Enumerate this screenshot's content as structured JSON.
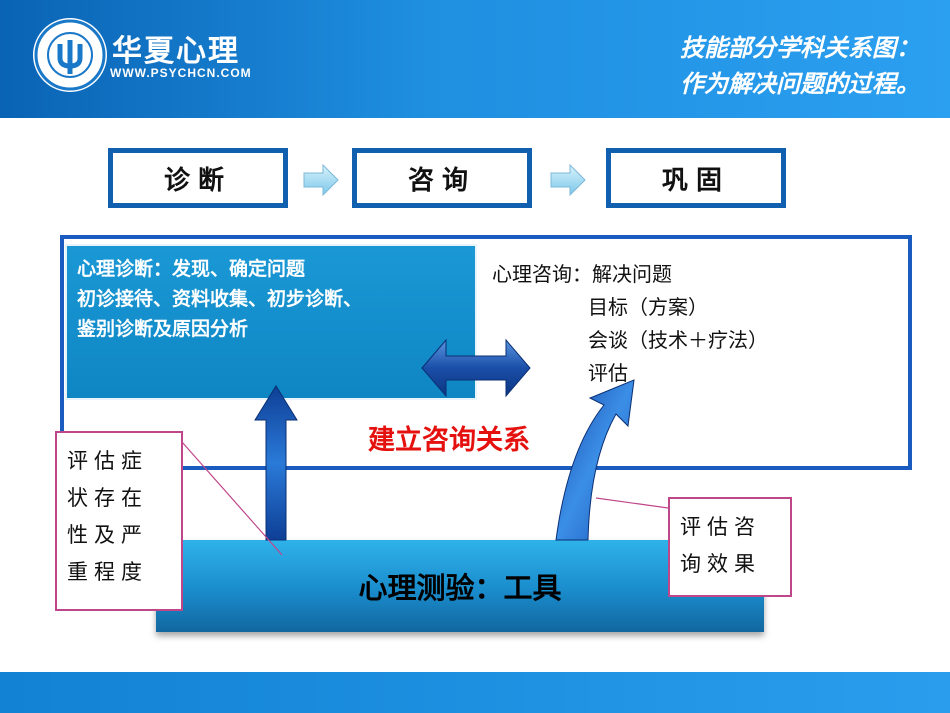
{
  "header": {
    "logo_brand": "华夏心理",
    "logo_url": "WWW.PSYCHCN.COM",
    "title_line1": "技能部分学科关系图：",
    "title_line2": "作为解决问题的过程。"
  },
  "stages": [
    {
      "label": "诊断"
    },
    {
      "label": "咨询"
    },
    {
      "label": "巩固"
    }
  ],
  "diagnosis": {
    "line1": "心理诊断：发现、确定问题",
    "line2": "初诊接待、资料收集、初步诊断、",
    "line3": "鉴别诊断及原因分析"
  },
  "consultation": {
    "line1": "心理咨询：解决问题",
    "line2": "目标（方案）",
    "line3": "会谈（技术＋疗法）",
    "line4": "评估"
  },
  "relationship": "建立咨询关系",
  "tool": "心理测验：工具",
  "note_left": {
    "line1": "评估症",
    "line2": "状存在",
    "line3": "性及严",
    "line4": "重程度"
  },
  "note_right": {
    "line1": "评估咨",
    "line2": "询效果"
  },
  "colors": {
    "header_blue": "#1f8fe0",
    "stage_border": "#1160b0",
    "diag_fill": "#1a98d5",
    "relation_red": "#e4110e",
    "note_border": "#c0468a"
  }
}
